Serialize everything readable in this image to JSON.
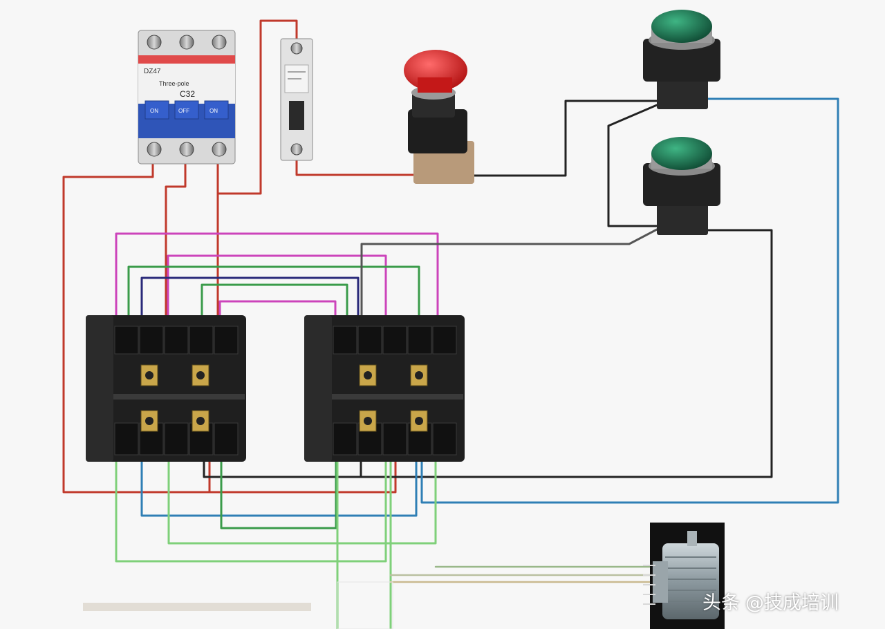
{
  "breaker": {
    "label_top": "DZ47",
    "label_mid": "Three-pole",
    "label_spec": "C32",
    "pole_1": "ON",
    "pole_2": "OFF",
    "pole_3": "ON"
  },
  "watermark": {
    "platform": "头条",
    "account": "@技成培训"
  },
  "colors": {
    "wire_red": "#c0392b",
    "wire_pink": "#cc44bb",
    "wire_green": "#3a9b4a",
    "wire_lightgreen": "#7fd07a",
    "wire_blue": "#2f7fb5",
    "wire_navy": "#2a2a7a",
    "wire_black": "#222222",
    "wire_gray": "#555555",
    "estop_red": "#d62020",
    "button_green": "#1f7a55"
  }
}
